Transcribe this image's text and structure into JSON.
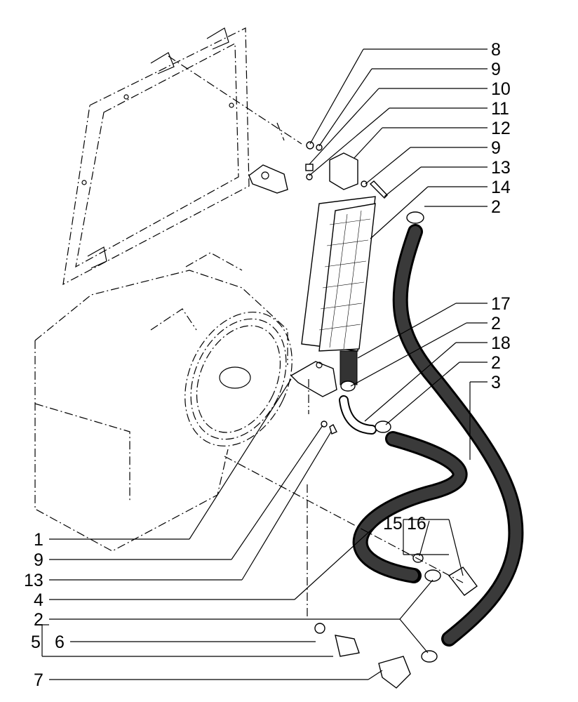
{
  "callouts": {
    "c8": "8",
    "c9a": "9",
    "c10": "10",
    "c11": "11",
    "c12": "12",
    "c9b": "9",
    "c13a": "13",
    "c14": "14",
    "c2a": "2",
    "c17": "17",
    "c2b": "2",
    "c18": "18",
    "c2c": "2",
    "c3": "3",
    "c15": "15",
    "c16": "16",
    "c1": "1",
    "c9c": "9",
    "c13b": "13",
    "c4": "4",
    "c2d": "2",
    "c5": "5",
    "c6": "6",
    "c7": "7"
  },
  "colors": {
    "ink": "#000000",
    "paper": "#ffffff",
    "hose": "#1a1a1a"
  }
}
